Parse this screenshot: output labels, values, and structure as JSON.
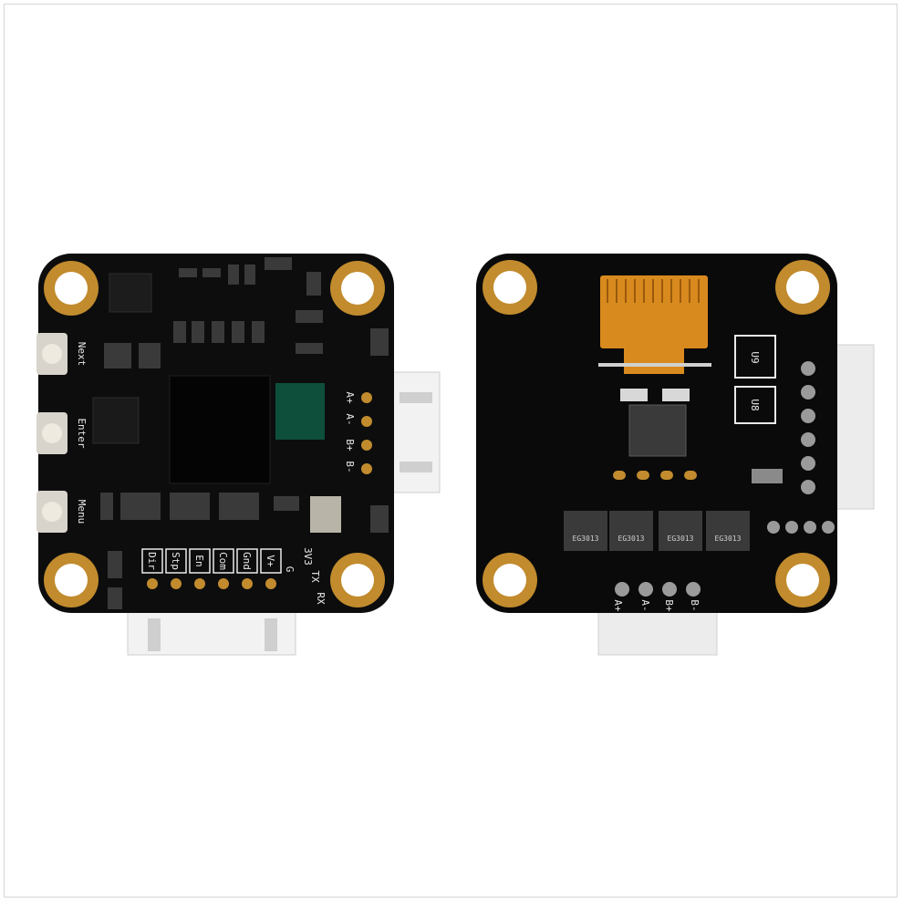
{
  "image": {
    "subject": "stepper-motor driver boards (front and back)",
    "colors": {
      "pcb": "#0d0d0d",
      "pad_gold": "#c18b2e",
      "connector": "#f2f2f2",
      "silkscreen": "#e9e9e9",
      "flex_cable": "#d98a1e",
      "green_part": "#0e4f3c"
    }
  },
  "front_board": {
    "buttons": [
      "Next",
      "Enter",
      "Menu"
    ],
    "terminal_labels": [
      "Dir",
      "Stp",
      "En",
      "Com",
      "Gnd",
      "V+"
    ],
    "side_labels": [
      "A+",
      "A-",
      "B+",
      "B-"
    ],
    "uart_labels": [
      "3V3",
      "G",
      "TX",
      "RX"
    ]
  },
  "back_board": {
    "chip_labels": [
      "U9",
      "U8"
    ],
    "driver_ic_text": "EG3013",
    "bottom_labels": [
      "A+",
      "A-",
      "B+",
      "B-"
    ]
  }
}
